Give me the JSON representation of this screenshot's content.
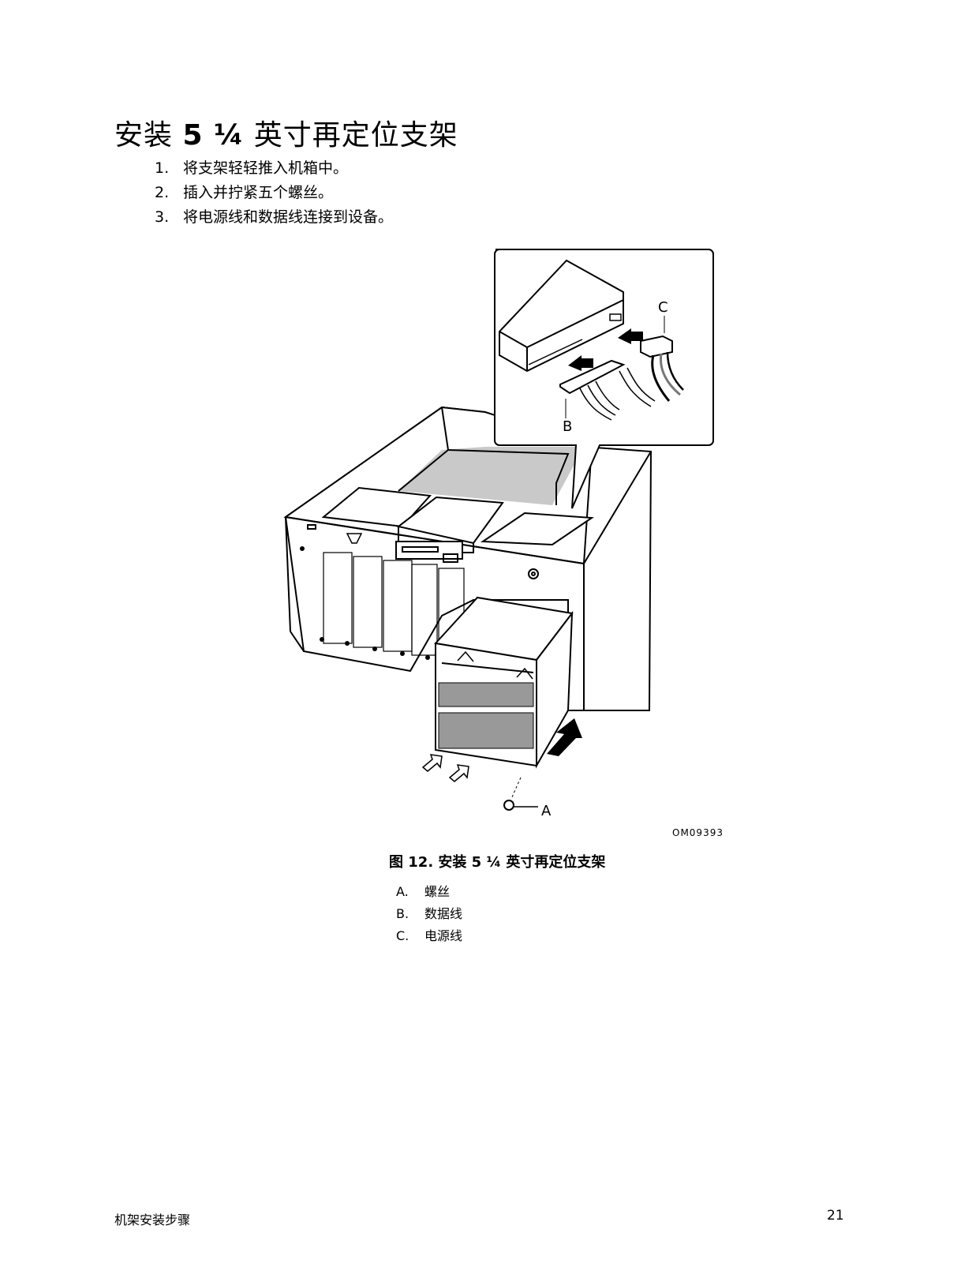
{
  "page": {
    "title_prefix": "安装",
    "title_bold": "5 ¼",
    "title_suffix": "英寸再定位支架",
    "steps": [
      {
        "num": "1.",
        "text": "将支架轻轻推入机箱中。"
      },
      {
        "num": "2.",
        "text": "插入并拧紧五个螺丝。"
      },
      {
        "num": "3.",
        "text": "将电源线和数据线连接到设备。"
      }
    ]
  },
  "figure": {
    "callouts": {
      "a": "A",
      "b": "B",
      "c": "C"
    },
    "code": "OM09393",
    "caption": "图 12.  安装 5 ¼ 英寸再定位支架",
    "legend": [
      {
        "key": "A.",
        "text": "螺丝"
      },
      {
        "key": "B.",
        "text": "数据线"
      },
      {
        "key": "C.",
        "text": "电源线"
      }
    ]
  },
  "footer": {
    "section": "机架安装步骤",
    "page_number": "21"
  }
}
